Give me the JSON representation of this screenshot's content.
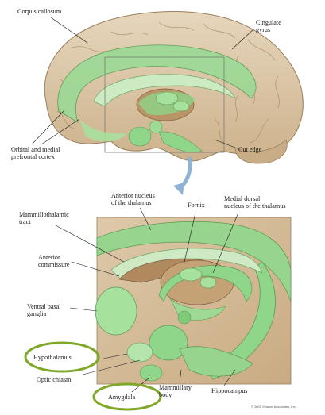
{
  "labels": {
    "corpus_callosum": "Corpus callosum",
    "cingulate_gyrus": "Cingulate\ngyrus",
    "orbital_medial": "Orbital and medial\nprefrontal cortex",
    "cut_edge": "Cut edge",
    "anterior_nucleus": "Anterior nucleus\nof the thalamus",
    "fornix": "Fornix",
    "medial_dorsal": "Medial dorsal\nnucleus of the thalamus",
    "mammillothalamic": "Mammillothalamic\ntract",
    "anterior_commissure": "Anterior\ncommissure",
    "ventral_basal": "Ventral basal\nganglia",
    "hypothalamus": "Hypothalamus",
    "optic_chiasm": "Optic chiasm",
    "amygdala": "Amygdala",
    "mammillary_body": "Mammillary\nbody",
    "hippocampus": "Hippocampus",
    "copyright": "© 2001 Sinauer Associates, Inc."
  },
  "colors": {
    "limbic_green": "#8fd58a",
    "highlight_circle": "#7fa82a",
    "brain_tan": "#d9c4a4",
    "thalamus_brown": "#b08a5e"
  }
}
